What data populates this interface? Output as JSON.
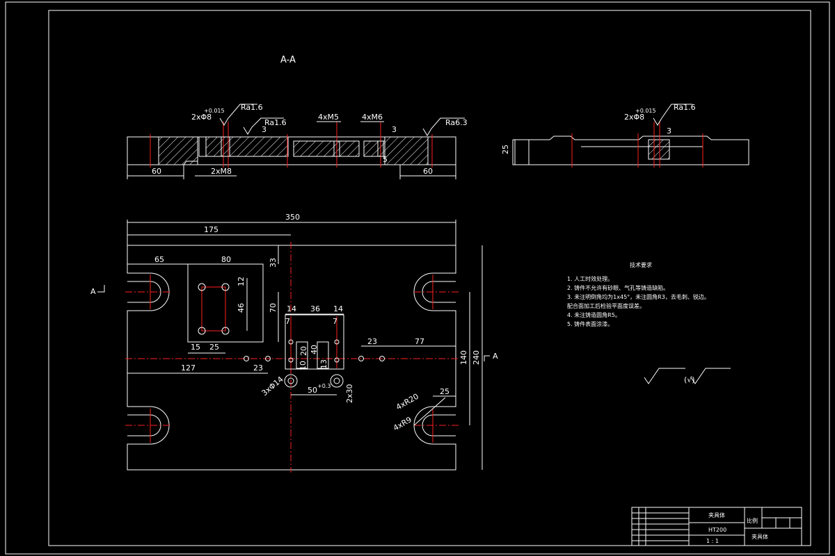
{
  "section_title": "A-A",
  "section_marks": {
    "left": "A",
    "right": "A"
  },
  "top_view": {
    "labels": {
      "holes_tol": "2xΦ8",
      "tol_sup": "+0.015",
      "rough_16_a": "Ra1.6",
      "rough_16_b": "Ra1.6",
      "rough_63": "Ra6.3",
      "m5": "4xM5",
      "m6": "4xM6",
      "m8": "2xM8",
      "d3a": "3",
      "d3b": "3",
      "d5": "5",
      "d60a": "60",
      "d60b": "60"
    }
  },
  "side_view": {
    "labels": {
      "holes_tol": "2xΦ8",
      "tol_sup": "+0.015",
      "rough": "Ra1.6",
      "d3": "3",
      "d25": "25"
    }
  },
  "plan_view": {
    "dims": {
      "d350": "350",
      "d175": "175",
      "d65": "65",
      "d80": "80",
      "d33": "33",
      "d12": "12",
      "d46": "46",
      "d70": "70",
      "d15": "15",
      "d25a": "25",
      "d14a": "14",
      "d36": "36",
      "d14b": "14",
      "d7a": "7",
      "d7b": "7",
      "d20": "20",
      "d40": "40",
      "d10": "10",
      "d13": "13",
      "d23a": "23",
      "d77": "77",
      "d127": "127",
      "d23b": "23",
      "d140": "140",
      "d240": "240",
      "d3x14": "3xΦ14",
      "d50": "50",
      "dsup": "+0.3",
      "d2x30": "2x30",
      "d4xr20": "4xR20",
      "d4xr9": "4xR9",
      "d25b": "25"
    }
  },
  "notes": {
    "title": "技术要求",
    "items": [
      "1. 人工时效处理。",
      "2. 铸件不允许有砂眼、气孔等铸造缺陷。",
      "3. 未注明倒角均为1x45°，未注圆角R3，去毛刺、锐边。",
      "   配合面加工后检验平面度误差。",
      "4. 未注铸造圆角R5。",
      "5. 铸件表面涂漆。"
    ]
  },
  "roughness_symbol": {
    "left": "",
    "right": "(√)"
  },
  "title_block": {
    "material": "HT200",
    "part_name": "夹具体",
    "drawing_name": "夹具体",
    "scale": "比例",
    "sheet": "1 : 1"
  }
}
